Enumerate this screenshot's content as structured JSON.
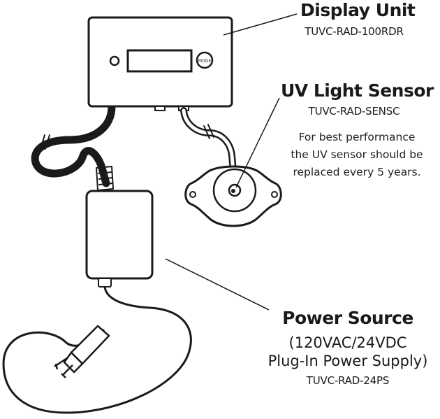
{
  "display_unit": {
    "title": "Display Unit",
    "part_number": "TUVC-RAD-100RDR",
    "mode_button_label": "MODE"
  },
  "uv_sensor": {
    "title": "UV Light Sensor",
    "part_number": "TUVC-RAD-SENSC",
    "note_lines": [
      "For best performance",
      "the UV sensor should be",
      "replaced every 5 years."
    ]
  },
  "power_source": {
    "title": "Power Source",
    "spec_lines": [
      "(120VAC/24VDC",
      "Plug-In Power Supply)"
    ],
    "part_number": "TUVC-RAD-24PS"
  }
}
